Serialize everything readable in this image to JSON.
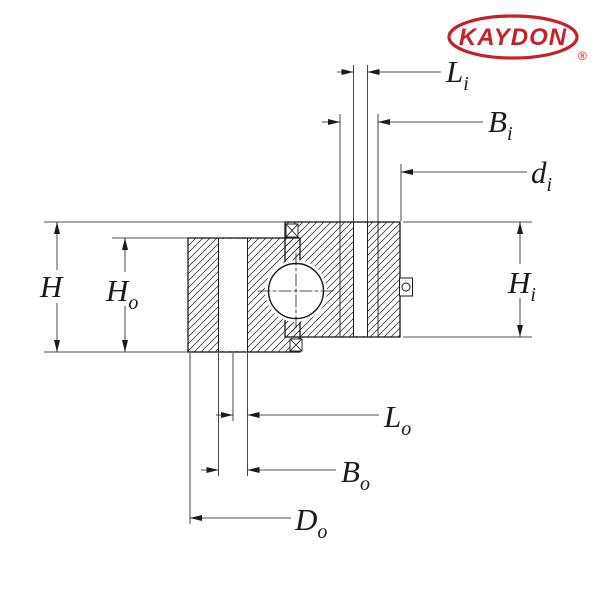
{
  "logo": {
    "text": "KAYDON",
    "registered": "®",
    "color": "#c42129"
  },
  "labels": {
    "li": {
      "main": "L",
      "sub": "i"
    },
    "bi": {
      "main": "B",
      "sub": "i"
    },
    "di": {
      "main": "d",
      "sub": "i"
    },
    "hi": {
      "main": "H",
      "sub": "i"
    },
    "h": {
      "main": "H",
      "sub": ""
    },
    "ho": {
      "main": "H",
      "sub": "o"
    },
    "lo": {
      "main": "L",
      "sub": "o"
    },
    "bo": {
      "main": "B",
      "sub": "o"
    },
    "do": {
      "main": "D",
      "sub": "o"
    }
  }
}
